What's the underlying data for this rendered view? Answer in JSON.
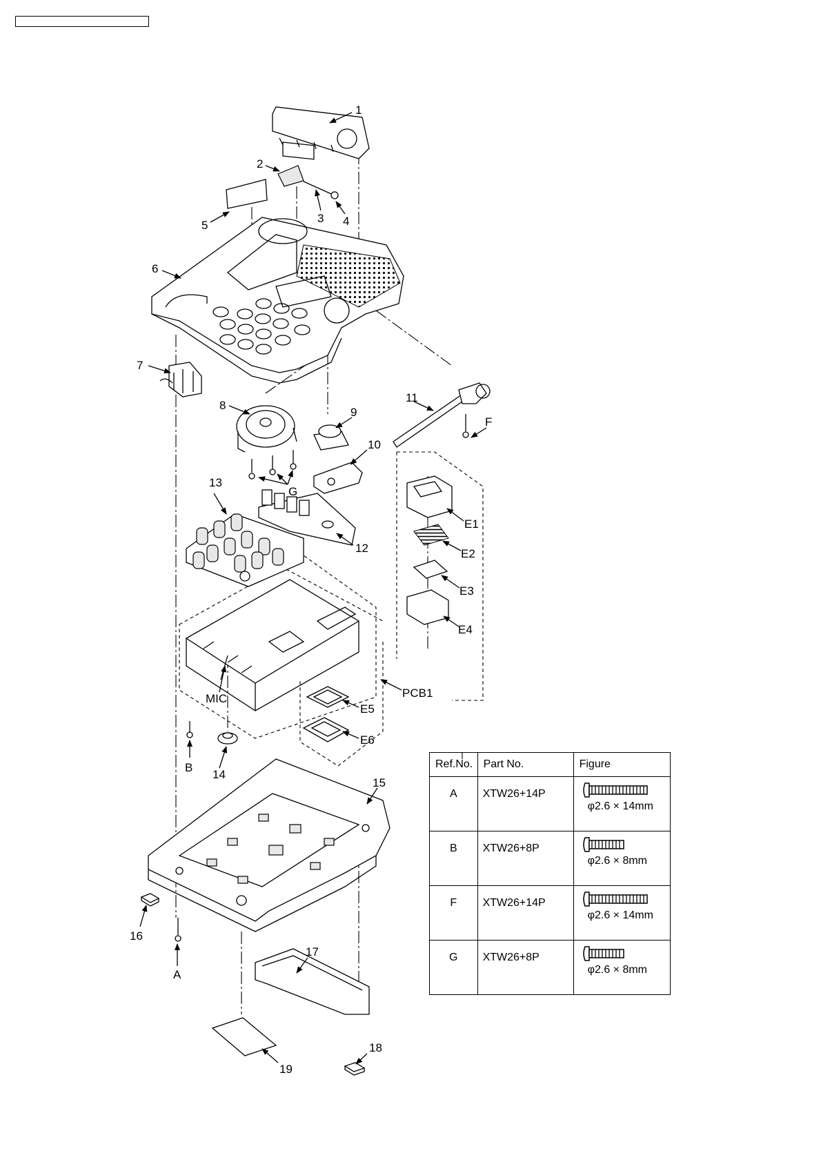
{
  "callouts": {
    "c1": "1",
    "c2": "2",
    "c3": "3",
    "c4": "4",
    "c5": "5",
    "c6": "6",
    "c7": "7",
    "c8": "8",
    "c9": "9",
    "c10": "10",
    "c11": "11",
    "c12": "12",
    "c13": "13",
    "c14": "14",
    "c15": "15",
    "c16": "16",
    "c17": "17",
    "c18": "18",
    "c19": "19",
    "cA": "A",
    "cB": "B",
    "cF": "F",
    "cG": "G",
    "cE1": "E1",
    "cE2": "E2",
    "cE3": "E3",
    "cE4": "E4",
    "cE5": "E5",
    "cE6": "E6",
    "cPCB1": "PCB1",
    "cMIC": "MIC"
  },
  "screw_table": {
    "headers": {
      "ref": "Ref.No.",
      "part": "Part No.",
      "figure": "Figure"
    },
    "rows": [
      {
        "ref": "A",
        "part": "XTW26+14P",
        "size": "φ2.6 × 14mm"
      },
      {
        "ref": "B",
        "part": "XTW26+8P",
        "size": "φ2.6 × 8mm"
      },
      {
        "ref": "F",
        "part": "XTW26+14P",
        "size": "φ2.6 × 14mm"
      },
      {
        "ref": "G",
        "part": "XTW26+8P",
        "size": "φ2.6 × 8mm"
      }
    ]
  }
}
